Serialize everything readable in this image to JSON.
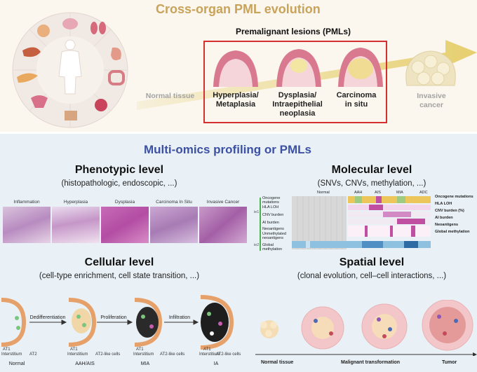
{
  "top": {
    "title": "Cross-organ PML evolution",
    "pml_header": "Premalignant lesions (PMLs)",
    "normal_tissue": "Normal tissue",
    "stages": [
      {
        "label": "Hyperplasia/ Metaplasia"
      },
      {
        "label": "Dysplasia/ Intraepithelial neoplasia"
      },
      {
        "label": "Carcinoma in situ"
      }
    ],
    "invasive": "Invasive cancer"
  },
  "bottom": {
    "title": "Multi-omics profiling or PMLs",
    "phenotypic": {
      "title": "Phenotypic level",
      "subtitle": "(histopathologic, endoscopic, ...)",
      "panels": [
        "Inflammation",
        "Hyperplasia",
        "Dysplasia",
        "Carcinoma In Situ",
        "Invasive Cancer"
      ]
    },
    "molecular": {
      "title": "Molecular level",
      "subtitle": "(SNVs, CNVs, methylation, ...)",
      "column_groups": [
        "Normal",
        "AAH",
        "AIS",
        "MIA",
        "ADC"
      ],
      "row_labels": [
        "Oncogene mutations",
        "HLA LOH",
        "CNV burden",
        "AI burden",
        "Neoantigens",
        "Unmethylated neoantigens",
        "Global methylation"
      ],
      "side_labels": [
        "ie1",
        "ie2"
      ],
      "legend": [
        "Oncogene mutations",
        "HLA LOH",
        "CNV burden (%)",
        "AI burden",
        "Neoantigens",
        "Global methylation"
      ]
    },
    "cellular": {
      "title": "Cellular level",
      "subtitle": "(cell-type enrichment, cell state transition, ...)",
      "transitions": [
        "Dedifferentiation",
        "Proliferation",
        "Infiltration"
      ],
      "cell_labels": [
        "AT1",
        "Interstitium",
        "AT2",
        "AT1",
        "Interstitium",
        "AT2-like cells",
        "AT1",
        "Interstitium",
        "AT2-like cells",
        "AT1",
        "Interstitium",
        "AT2-like cells"
      ],
      "stages": [
        "Normal",
        "AAH/AIS",
        "MIA",
        "IA"
      ]
    },
    "spatial": {
      "title": "Spatial level",
      "subtitle": "(clonal evolution, cell–cell interactions, ...)",
      "axis_left": "Normal tissue",
      "axis_mid": "Malignant transformation",
      "axis_right": "Tumor"
    }
  },
  "colors": {
    "title_gold": "#c8a35a",
    "title_blue": "#3c50a4",
    "highlight_red": "#d62f2f",
    "tissue_pink": "#d9798f",
    "arrow_gold": "#e8d27a"
  }
}
